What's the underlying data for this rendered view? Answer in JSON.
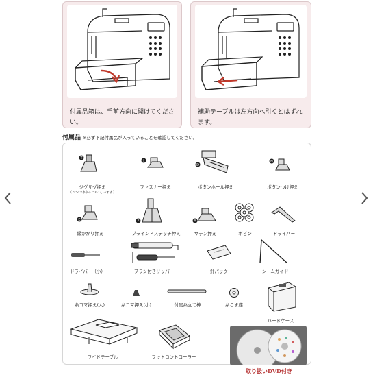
{
  "panels": {
    "left": {
      "caption": "付属品箱は、手前方向に開けてください。"
    },
    "right": {
      "caption": "補助テーブルは左方向へ引くとはずれます。"
    }
  },
  "accessories": {
    "title": "付属品",
    "note": "※必ず下記付属品が入っていることを確認してください。",
    "items": {
      "zigzag": {
        "badge": "T",
        "label": "ジグザグ押え",
        "sub": "（ミシン本体についています）"
      },
      "zipper": {
        "badge": "I",
        "label": "ファスナー押え"
      },
      "buttonhole": {
        "badge": "D",
        "label": "ボタンホール押え"
      },
      "button_sew": {
        "badge": "H",
        "label": "ボタンつけ押え"
      },
      "overcast": {
        "badge": "E",
        "label": "縁かがり押え"
      },
      "blind": {
        "badge": "F",
        "label": "ブラインドステッチ押え"
      },
      "satin": {
        "badge": "A",
        "label": "サテン押え"
      },
      "bobbin": {
        "label": "ボビン"
      },
      "screwdriver_l": {
        "label": "ドライバー"
      },
      "screwdriver_s": {
        "label": "ドライバー（小）"
      },
      "seam_ripper": {
        "label": "ブラシ付きリッパー"
      },
      "needle_pack": {
        "label": "針パック"
      },
      "seam_guide": {
        "label": "シームガイド"
      },
      "spool_cap_l": {
        "label": "糸コマ押え(大)"
      },
      "spool_cap_s": {
        "label": "糸コマ押え(小)"
      },
      "spool_pin": {
        "label": "付属糸立て棒"
      },
      "spool_felt": {
        "label": "糸こま座"
      },
      "hard_case": {
        "label": "ハードケース"
      },
      "wide_table": {
        "label": "ワイドテーブル"
      },
      "foot_controller": {
        "label": "フットコントローラー"
      }
    },
    "dvd": {
      "label": "取り扱いDVD付き"
    }
  },
  "colors": {
    "caption_bg": "#f7ebec",
    "arrow": "#c0392b",
    "dvd_label": "#b83a3a"
  }
}
